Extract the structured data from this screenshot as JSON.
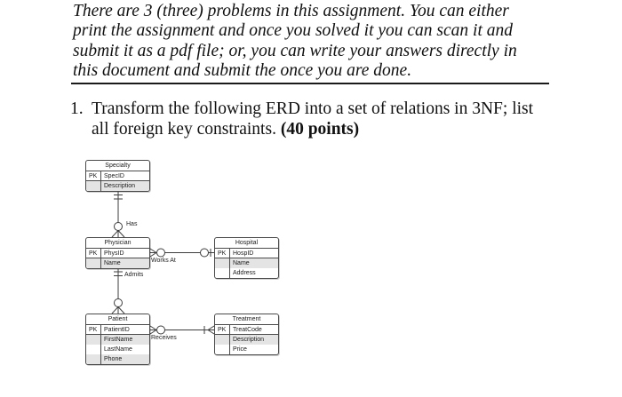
{
  "intro": {
    "lines": [
      "There are 3 (three) problems in this assignment. You can either",
      "print the assignment and once you solved it you can scan it and",
      "submit it as a pdf file; or, you can write your answers directly in",
      "this document and submit the once you are done."
    ]
  },
  "problem": {
    "number": "1.",
    "line1": "Transform the following ERD into a set of relations in 3NF; list",
    "line2": "all foreign key constraints.",
    "points": "(40 points)"
  },
  "erd": {
    "entities": [
      {
        "title": "Specialty",
        "rows": [
          {
            "key": "PK",
            "name": "SpecID"
          },
          {
            "key": "",
            "name": "Description"
          }
        ]
      },
      {
        "title": "Physician",
        "rows": [
          {
            "key": "PK",
            "name": "PhysID"
          },
          {
            "key": "",
            "name": "Name"
          }
        ]
      },
      {
        "title": "Hospital",
        "rows": [
          {
            "key": "PK",
            "name": "HospID"
          },
          {
            "key": "",
            "name": "Name"
          },
          {
            "key": "",
            "name": "Address"
          }
        ]
      },
      {
        "title": "Patient",
        "rows": [
          {
            "key": "PK",
            "name": "PatientID"
          },
          {
            "key": "",
            "name": "FirstName"
          },
          {
            "key": "",
            "name": "LastName"
          },
          {
            "key": "",
            "name": "Phone"
          }
        ]
      },
      {
        "title": "Treatment",
        "rows": [
          {
            "key": "PK",
            "name": "TreatCode"
          },
          {
            "key": "",
            "name": "Description"
          },
          {
            "key": "",
            "name": "Price"
          }
        ]
      }
    ],
    "relationships": [
      {
        "label": "Has",
        "from": "Specialty",
        "to": "Physician",
        "from_cardinality": "one-and-only-one",
        "to_cardinality": "zero-or-many"
      },
      {
        "label": "Works At",
        "from": "Physician",
        "to": "Hospital",
        "from_cardinality": "zero-or-many",
        "to_cardinality": "zero-or-one"
      },
      {
        "label": "Admits",
        "from": "Physician",
        "to": "Patient",
        "from_cardinality": "one-and-only-one",
        "to_cardinality": "zero-or-many"
      },
      {
        "label": "Receives",
        "from": "Patient",
        "to": "Treatment",
        "from_cardinality": "zero-or-many",
        "to_cardinality": "one-or-many"
      }
    ],
    "colors": {
      "entity_border": "#4a4a4a",
      "row_shade": "#e4e4e4",
      "connector_line": "#3d3d3d",
      "text": "#1a1a1a"
    }
  }
}
